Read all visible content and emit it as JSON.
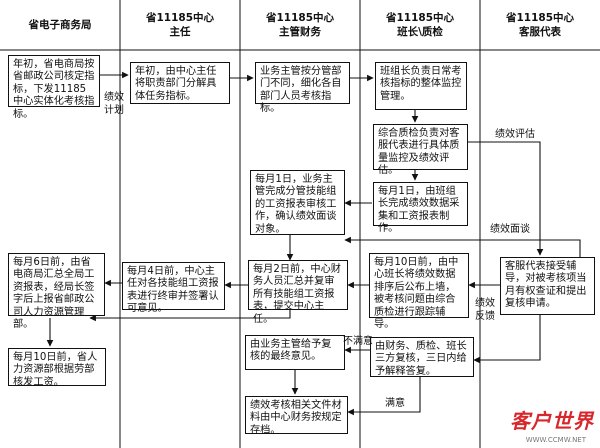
{
  "lanes": [
    {
      "line1": "省电子商务局",
      "line2": ""
    },
    {
      "line1": "省11185中心",
      "line2": "主任"
    },
    {
      "line1": "省11185中心",
      "line2": "主管财务"
    },
    {
      "line1": "省11185中心",
      "line2": "班长\\质检"
    },
    {
      "line1": "省11185中心",
      "line2": "客服代表"
    }
  ],
  "nodes": {
    "n1": "年初，省电商局按省邮政公司核定指标，下发11185中心实体化考核指标。",
    "n2": "年初，由中心主任将职责部门分解具体任务指标。",
    "n3": "业务主管按分管部门不同，细化各自部门人员考核指标。",
    "n4": "班组长负责日常考核指标的整体监控管理。",
    "n5": "综合质检负责对客服代表进行具体质量监控及绩效评估。",
    "n6": "每月1日，由班组长完成绩效数据采集和工资报表制作。",
    "n7": "每月1日，业务主管完成分管技能组的工资报表审核工作，确认绩效面谈对象。",
    "n8": "每月6日前，由省电商局汇总全局工资报表，经局长签字后上报省邮政公司人力资源管理部。",
    "n9": "每月4日前，中心主任对各技能组工资报表进行终审并签署认可意见。",
    "n10": "每月2日前，中心财务人员汇总并复审所有技能组工资报表，提交中心主任。",
    "n11": "每月10日前，由中心班长将绩效数据排序后公布上墙，被考核问题由综合质检进行跟踪辅导。",
    "n12": "客服代表接受辅导，对被考核项当月有权查证和提出复核申请。",
    "n13": "每月10日前，省人力资源部根据劳部核发工资。",
    "n14": "由业务主管给予复核的最终意见。",
    "n15": "由财务、质检、班长三方复核，三日内给予解释答复。",
    "n16": "绩效考核相关文件材料由中心财务按规定存档。"
  },
  "edge_labels": {
    "plan": "绩效计划",
    "eval": "绩效评估",
    "talk": "绩效面谈",
    "feedback": "绩效反馈",
    "unsatisfied": "不满意",
    "satisfied": "满意"
  },
  "watermark": {
    "main": "客户世界",
    "sub": "WWW.CCMW.NET"
  }
}
